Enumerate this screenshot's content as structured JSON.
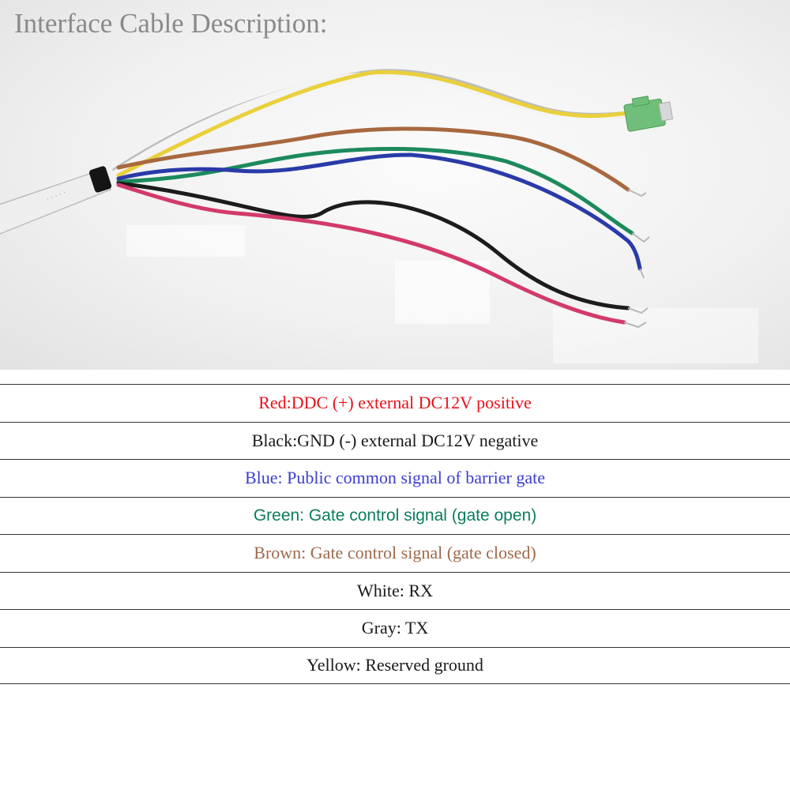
{
  "title": "Interface Cable Description:",
  "wires": [
    {
      "id": "red",
      "text": "Red:DDC (+) external DC12V positive",
      "color": "#e8101a"
    },
    {
      "id": "black",
      "text": "Black:GND (-) external DC12V negative",
      "color": "#1a1a1a"
    },
    {
      "id": "blue",
      "text": "Blue: Public common signal of barrier gate",
      "color": "#3c3cd0"
    },
    {
      "id": "green",
      "text": "Green: Gate control signal (gate open)",
      "color": "#0b7d5f"
    },
    {
      "id": "brown",
      "text": "Brown: Gate control signal (gate closed)",
      "color": "#a0684a"
    },
    {
      "id": "white",
      "text": "White: RX",
      "color": "#1a1a1a"
    },
    {
      "id": "gray",
      "text": "Gray: TX",
      "color": "#1a1a1a"
    },
    {
      "id": "yellow",
      "text": "Yellow: Reserved ground",
      "color": "#1a1a1a"
    }
  ],
  "photo_wire_colors": {
    "red": "#d23a6a",
    "black": "#1c1c1c",
    "blue": "#2a3aa8",
    "green": "#1c8a5c",
    "brown": "#a8683e",
    "white": "#f4f4f4",
    "gray": "#bdbdbd",
    "yellow": "#e9d03c",
    "connector": "#6fbf7a",
    "jacket": "#eeeeee"
  }
}
